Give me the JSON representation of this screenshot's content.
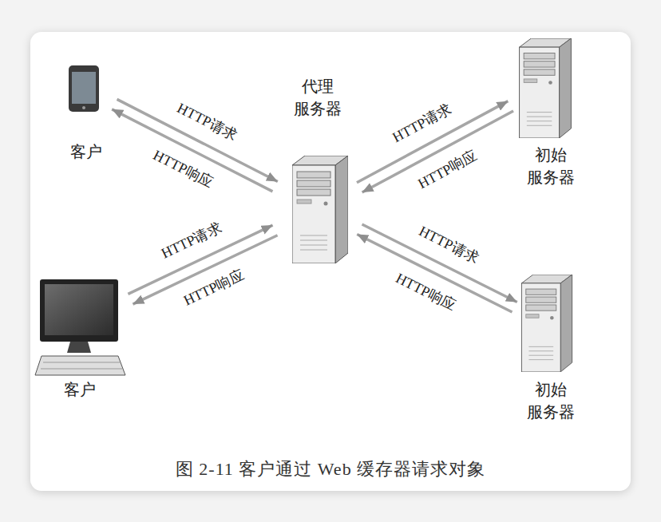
{
  "diagram": {
    "caption": "图 2-11 客户通过 Web 缓存器请求对象",
    "nodes": [
      {
        "text": [
          "客户"
        ]
      },
      {
        "text": [
          "代理 服务器"
        ]
      },
      {
        "text": [
          "初始 服务器"
        ]
      },
      {
        "text": [
          "客户"
        ]
      },
      {
        "text": [
          "初始 服务器"
        ]
      }
    ],
    "edges": [
      {
        "from": 0,
        "to": 1,
        "label": "HTTP请求",
        "arrow": "to"
      },
      {
        "from": 1,
        "to": 0,
        "label": "HTTP响应",
        "arrow": "to"
      },
      {
        "from": 1,
        "to": 2,
        "label": "HTTP请求",
        "arrow": "to"
      },
      {
        "from": 2,
        "to": 1,
        "label": "HTTP响应",
        "arrow": "to"
      },
      {
        "from": 3,
        "to": 1,
        "label": "HTTP请求",
        "arrow": "to"
      },
      {
        "from": 1,
        "to": 3,
        "label": "HTTP响应",
        "arrow": "to"
      },
      {
        "from": 1,
        "to": 4,
        "label": "HTTP请求",
        "arrow": "to"
      },
      {
        "from": 4,
        "to": 1,
        "label": "HTTP响应",
        "arrow": "to"
      }
    ]
  }
}
